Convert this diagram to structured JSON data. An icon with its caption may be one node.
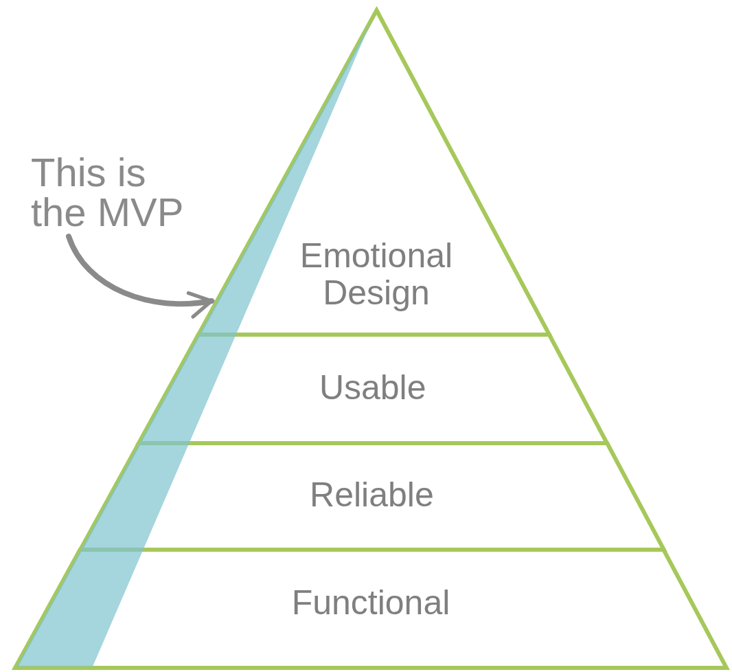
{
  "diagram": {
    "nodes": [
      {
        "text": [
          "This is the MVP"
        ]
      },
      {
        "text": [],
        "shape": "bar"
      },
      {
        "text": [
          "Emotional Design"
        ]
      },
      {
        "text": [
          "Usable"
        ]
      },
      {
        "text": [
          "Reliable"
        ]
      },
      {
        "text": [
          "Functional"
        ]
      }
    ],
    "edges": [
      {
        "from": 0,
        "to": 1,
        "arrow": "to"
      }
    ]
  }
}
